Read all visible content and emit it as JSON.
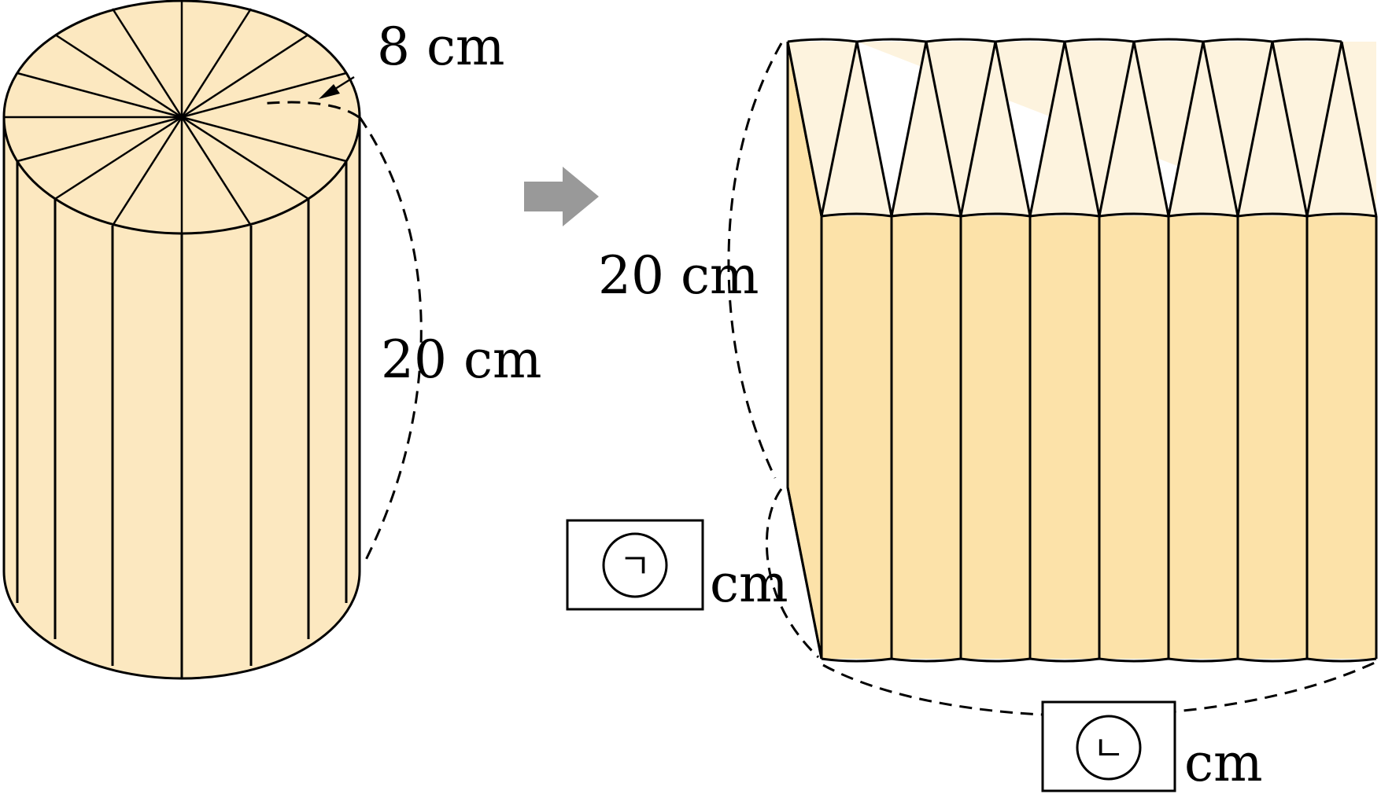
{
  "colors": {
    "fill_light": "#FDF3DE",
    "fill_side": "#FCE2A9",
    "fill_top_cylinder": "#FCE8C0",
    "stroke": "#000000",
    "arrow": "#999999"
  },
  "labels": {
    "radius": "8 cm",
    "height_cylinder": "20 cm",
    "height_prism": "20 cm",
    "unit_a": "cm",
    "unit_b": "cm"
  },
  "answer_boxes": {
    "a": "ㄱ",
    "b": "ㄴ"
  },
  "icons": {
    "transform_arrow": "right-arrow-icon"
  }
}
